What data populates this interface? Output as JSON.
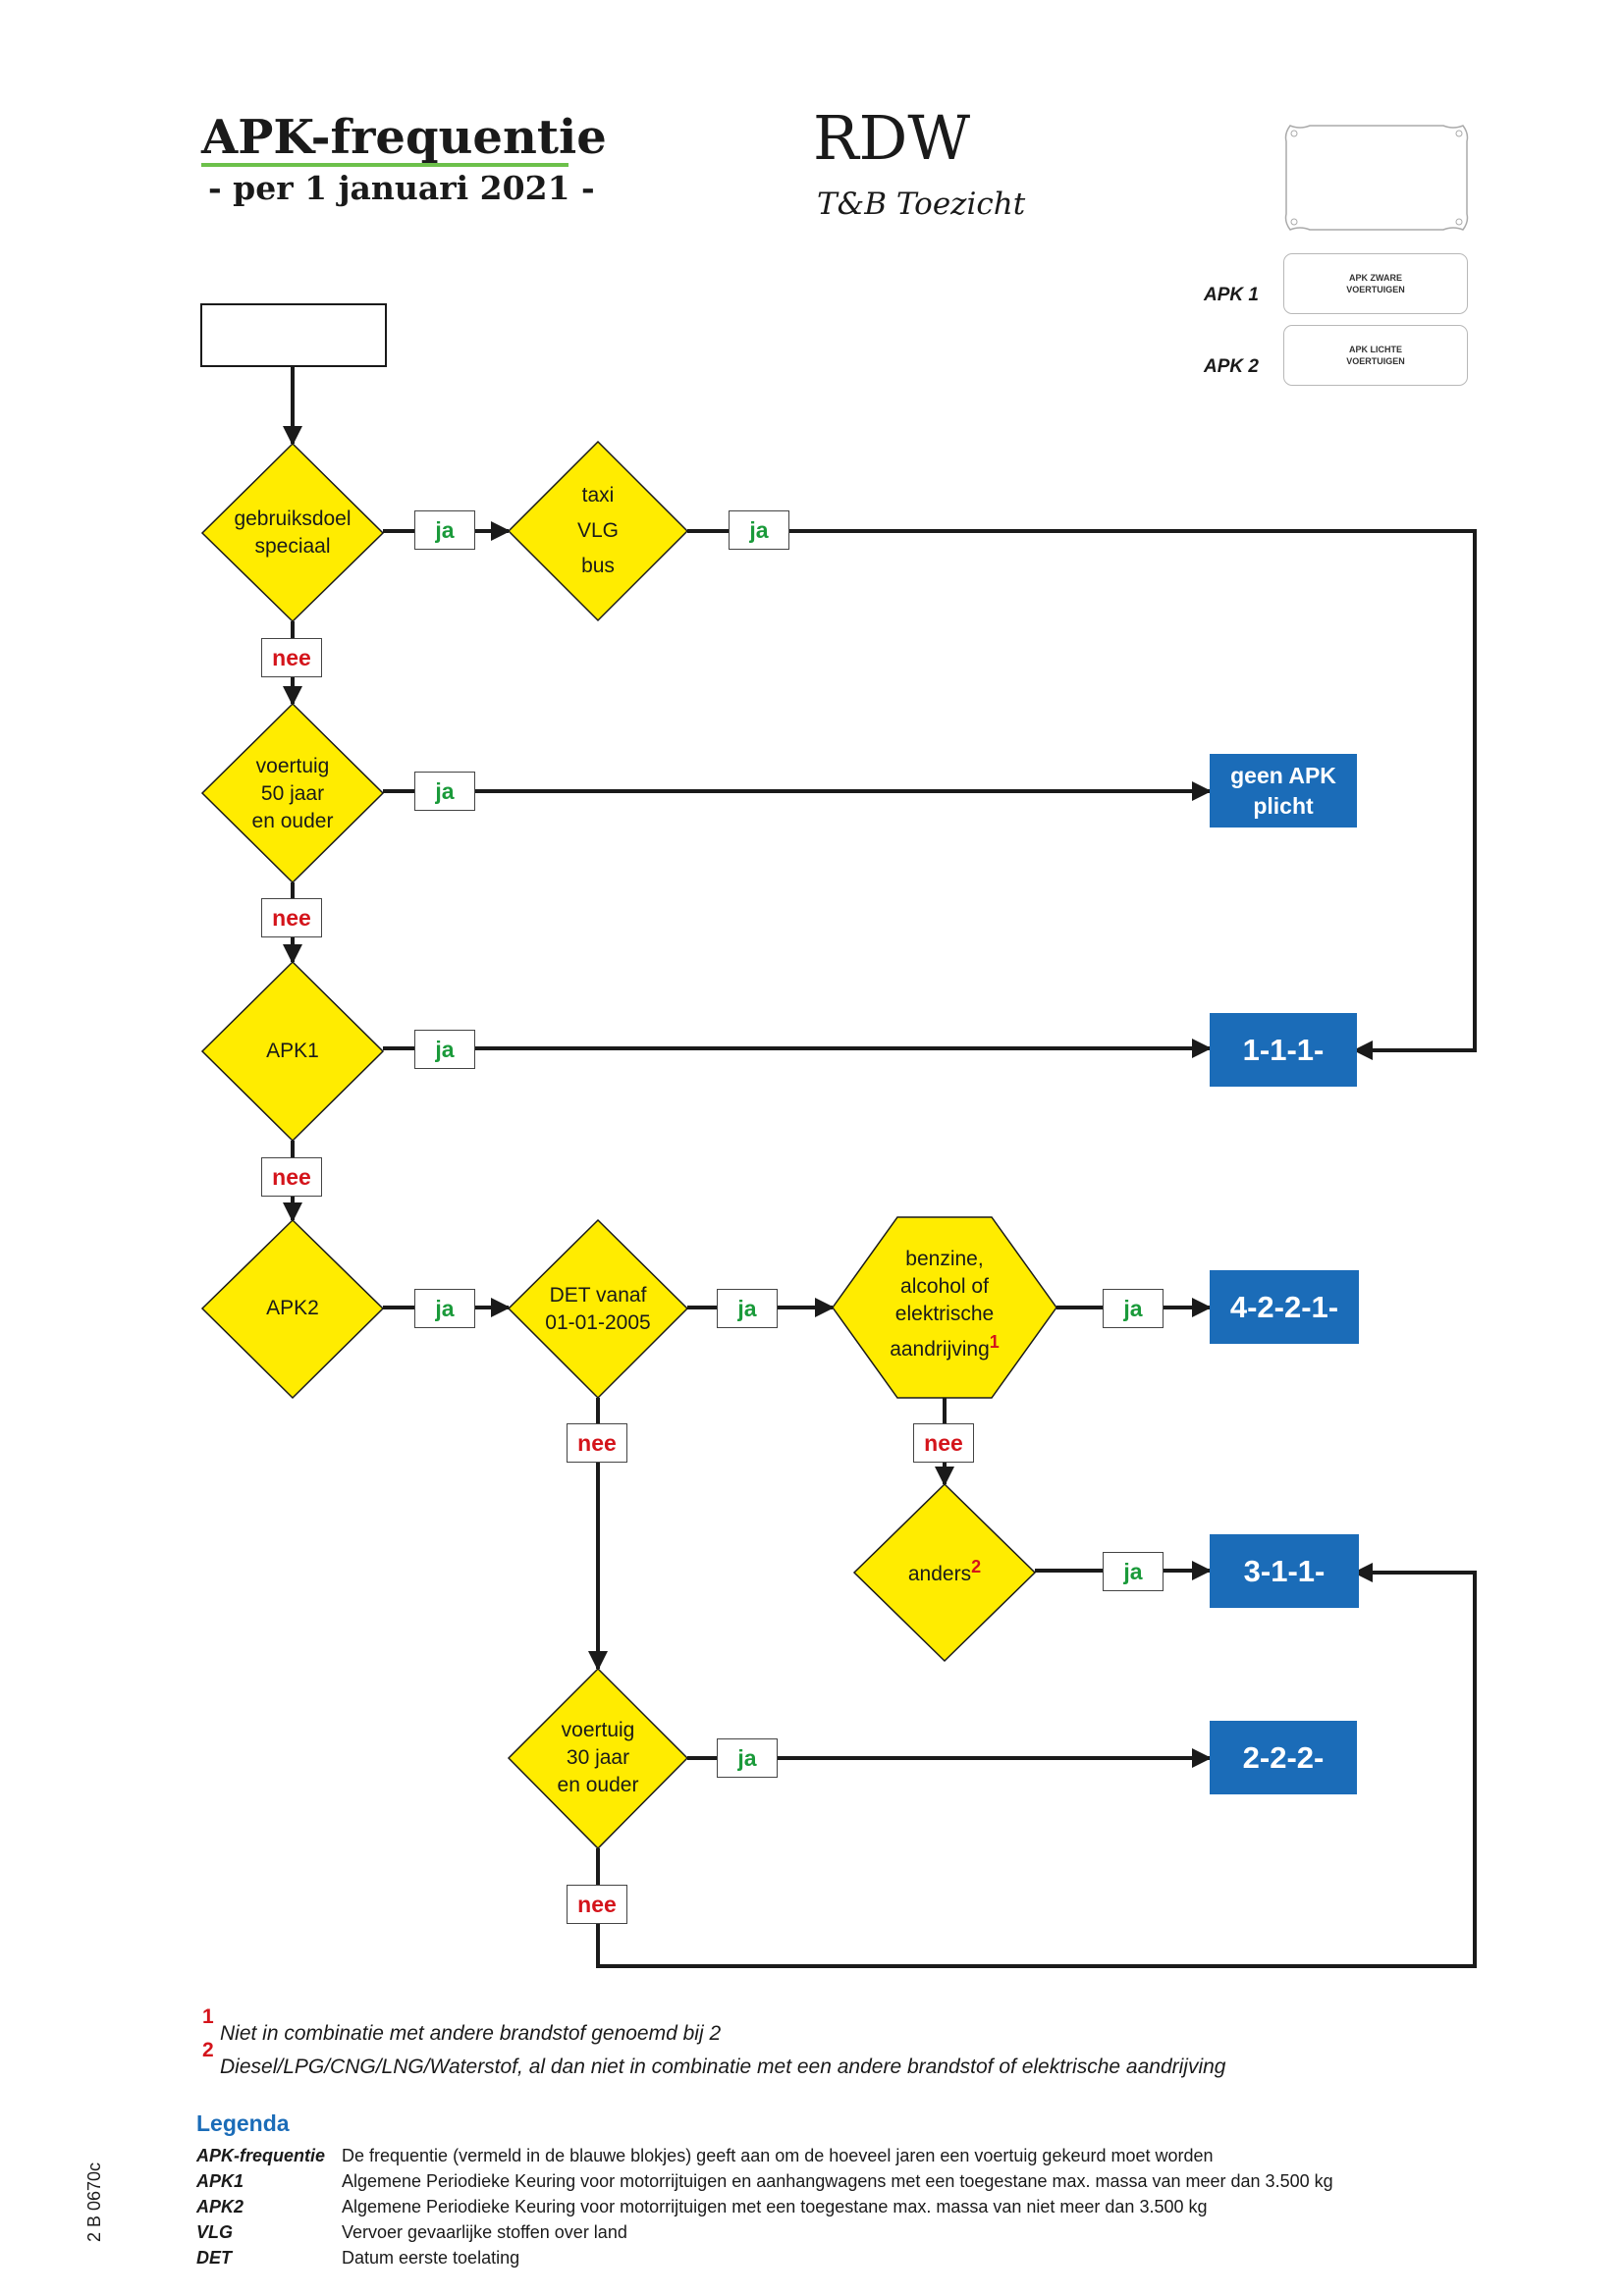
{
  "header": {
    "title": "APK-frequentie",
    "subtitle": "- per 1 januari 2021 -",
    "organization": "RDW",
    "department": "T&B Toezicht"
  },
  "stickers": [
    {
      "label": "APK 1",
      "text_line1": "APK ZWARE",
      "text_line2": "VOERTUIGEN"
    },
    {
      "label": "APK 2",
      "text_line1": "APK LICHTE",
      "text_line2": "VOERTUIGEN"
    }
  ],
  "nodes": {
    "d1": {
      "lines": [
        "gebruiksdoel",
        "speciaal"
      ]
    },
    "d2": {
      "lines": [
        "taxi",
        "VLG",
        "bus"
      ]
    },
    "d3": {
      "lines": [
        "voertuig",
        "50 jaar",
        "en ouder"
      ]
    },
    "d4": {
      "lines": [
        "APK1"
      ]
    },
    "d5": {
      "lines": [
        "APK2"
      ]
    },
    "d6": {
      "lines": [
        "DET vanaf",
        "01-01-2005"
      ]
    },
    "d7": {
      "lines": [
        "benzine,",
        "alcohol of",
        "elektrische",
        "aandrijving"
      ],
      "footnote": "1"
    },
    "d8": {
      "lines": [
        "anders"
      ],
      "footnote": "2"
    },
    "d9": {
      "lines": [
        "voertuig",
        "30 jaar",
        "en ouder"
      ]
    }
  },
  "edge_labels": {
    "yes": "ja",
    "no": "nee"
  },
  "results": {
    "r_geen": "geen APK plicht",
    "r_111": "1-1-1-",
    "r_4221": "4-2-2-1-",
    "r_311": "3-1-1-",
    "r_222": "2-2-2-"
  },
  "footnotes": [
    {
      "num": "1",
      "text": "Niet in combinatie met andere brandstof genoemd bij 2"
    },
    {
      "num": "2",
      "text": "Diesel/LPG/CNG/LNG/Waterstof, al dan niet in combinatie met een andere brandstof of elektrische aandrijving"
    }
  ],
  "legend": {
    "title": "Legenda",
    "entries": [
      {
        "term": "APK-frequentie",
        "definition": "De frequentie (vermeld in de blauwe blokjes) geeft aan om de hoeveel jaren een voertuig gekeurd moet worden"
      },
      {
        "term": "APK1",
        "definition": "Algemene Periodieke Keuring voor motorrijtuigen en aanhangwagens met een toegestane max. massa van meer dan 3.500 kg"
      },
      {
        "term": "APK2",
        "definition": "Algemene Periodieke Keuring voor motorrijtuigen met een toegestane max. massa van niet meer dan 3.500 kg"
      },
      {
        "term": "VLG",
        "definition": "Vervoer gevaarlijke stoffen over land"
      },
      {
        "term": "DET",
        "definition": "Datum eerste toelating"
      }
    ]
  },
  "document_number": "2 B 0670c",
  "colors": {
    "diamond_fill": "#ffec00",
    "result_fill": "#1b6cb8",
    "yes_text": "#1a9a3a",
    "no_text": "#d4141b",
    "title_underline": "#6cc04a"
  }
}
